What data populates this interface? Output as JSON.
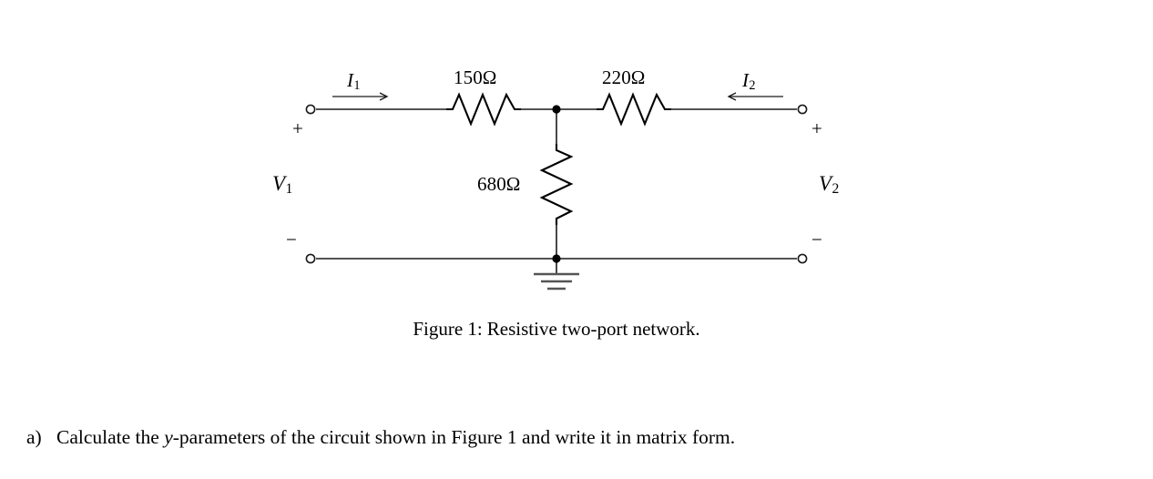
{
  "document": {
    "background_color": "#ffffff",
    "ink_color": "#000000"
  },
  "figure": {
    "caption_prefix": "Figure 1:",
    "caption_text": "Resistive two-port network.",
    "caption_full": "Figure 1: Resistive two-port network.",
    "labels": {
      "current_1": "I",
      "current_1_sub": "1",
      "current_2": "I",
      "current_2_sub": "2",
      "voltage_1": "V",
      "voltage_1_sub": "1",
      "voltage_2": "V",
      "voltage_2_sub": "2",
      "plus_left": "+",
      "minus_left": "−",
      "plus_right": "+",
      "minus_right": "−"
    },
    "components": [
      {
        "name": "series-resistor-input",
        "value": "150Ω",
        "resistance_ohms": 150,
        "orientation": "horizontal",
        "position": "top-left-branch"
      },
      {
        "name": "series-resistor-output",
        "value": "220Ω",
        "resistance_ohms": 220,
        "orientation": "horizontal",
        "position": "top-right-branch"
      },
      {
        "name": "shunt-resistor-center",
        "value": "680Ω",
        "resistance_ohms": 680,
        "orientation": "vertical",
        "position": "center-shunt-branch"
      }
    ],
    "topology": {
      "type": "tee-network",
      "ports": 2,
      "ground_node": "bottom-center",
      "current_1_direction": "into-port-1",
      "current_2_direction": "into-port-2"
    }
  },
  "question": {
    "marker": "a)",
    "text_before_var": "Calculate the ",
    "variable": "y",
    "text_after_var": "-parameters of the circuit shown in Figure 1 and write it in matrix form.",
    "full_text": "a) Calculate the y-parameters of the circuit shown in Figure 1 and write it in matrix form."
  }
}
